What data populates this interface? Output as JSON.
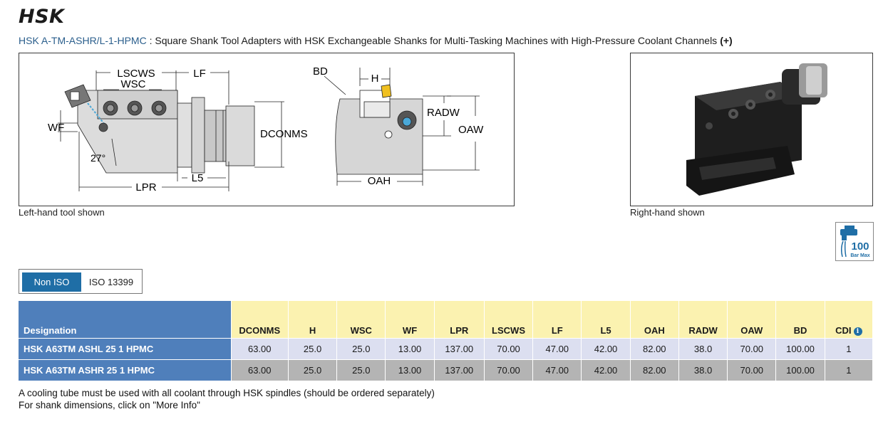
{
  "brand": "HSK",
  "subtitle": {
    "code": "HSK A-TM-ASHR/L-1-HPMC",
    "separator": " : ",
    "text": "Square Shank Tool Adapters with HSK Exchangeable Shanks for Multi-Tasking Machines with High-Pressure Coolant Channels",
    "plus": "(+)"
  },
  "drawing": {
    "labels": {
      "lscws": "LSCWS",
      "lf": "LF",
      "wsc": "WSC",
      "wf": "WF",
      "angle": "27°",
      "lpr": "LPR",
      "l5": "L5",
      "dconms": "DCONMS",
      "bd": "BD",
      "h": "H",
      "radw": "RADW",
      "oaw": "OAW",
      "oah": "OAH"
    },
    "caption": "Left-hand tool shown"
  },
  "photo": {
    "caption": "Right-hand shown"
  },
  "coolant_badge": {
    "value": "100",
    "unit": "Bar Max"
  },
  "standard_toggle": {
    "active": "Non ISO",
    "inactive": "ISO 13399"
  },
  "table": {
    "designation_header": "Designation",
    "columns": [
      "DCONMS",
      "H",
      "WSC",
      "WF",
      "LPR",
      "LSCWS",
      "LF",
      "L5",
      "OAH",
      "RADW",
      "OAW",
      "BD",
      "CDI"
    ],
    "rows": [
      {
        "designation": "HSK A63TM ASHL 25 1 HPMC",
        "values": [
          "63.00",
          "25.0",
          "25.0",
          "13.00",
          "137.00",
          "70.00",
          "47.00",
          "42.00",
          "82.00",
          "38.0",
          "70.00",
          "100.00",
          "1"
        ]
      },
      {
        "designation": "HSK A63TM ASHR 25 1 HPMC",
        "values": [
          "63.00",
          "25.0",
          "25.0",
          "13.00",
          "137.00",
          "70.00",
          "47.00",
          "42.00",
          "82.00",
          "38.0",
          "70.00",
          "100.00",
          "1"
        ]
      }
    ]
  },
  "notes": [
    "A cooling tube must be used with all coolant through HSK spindles (should be ordered separately)",
    "For shank dimensions, click on \"More Info\""
  ],
  "colors": {
    "designation_bg": "#4f7fbb",
    "header_bg": "#fbf2b0",
    "row_a_bg": "#dcdff0",
    "row_b_bg": "#b4b4b4",
    "accent_blue": "#1f6ea6",
    "subtitle_code": "#2a5e8c"
  }
}
